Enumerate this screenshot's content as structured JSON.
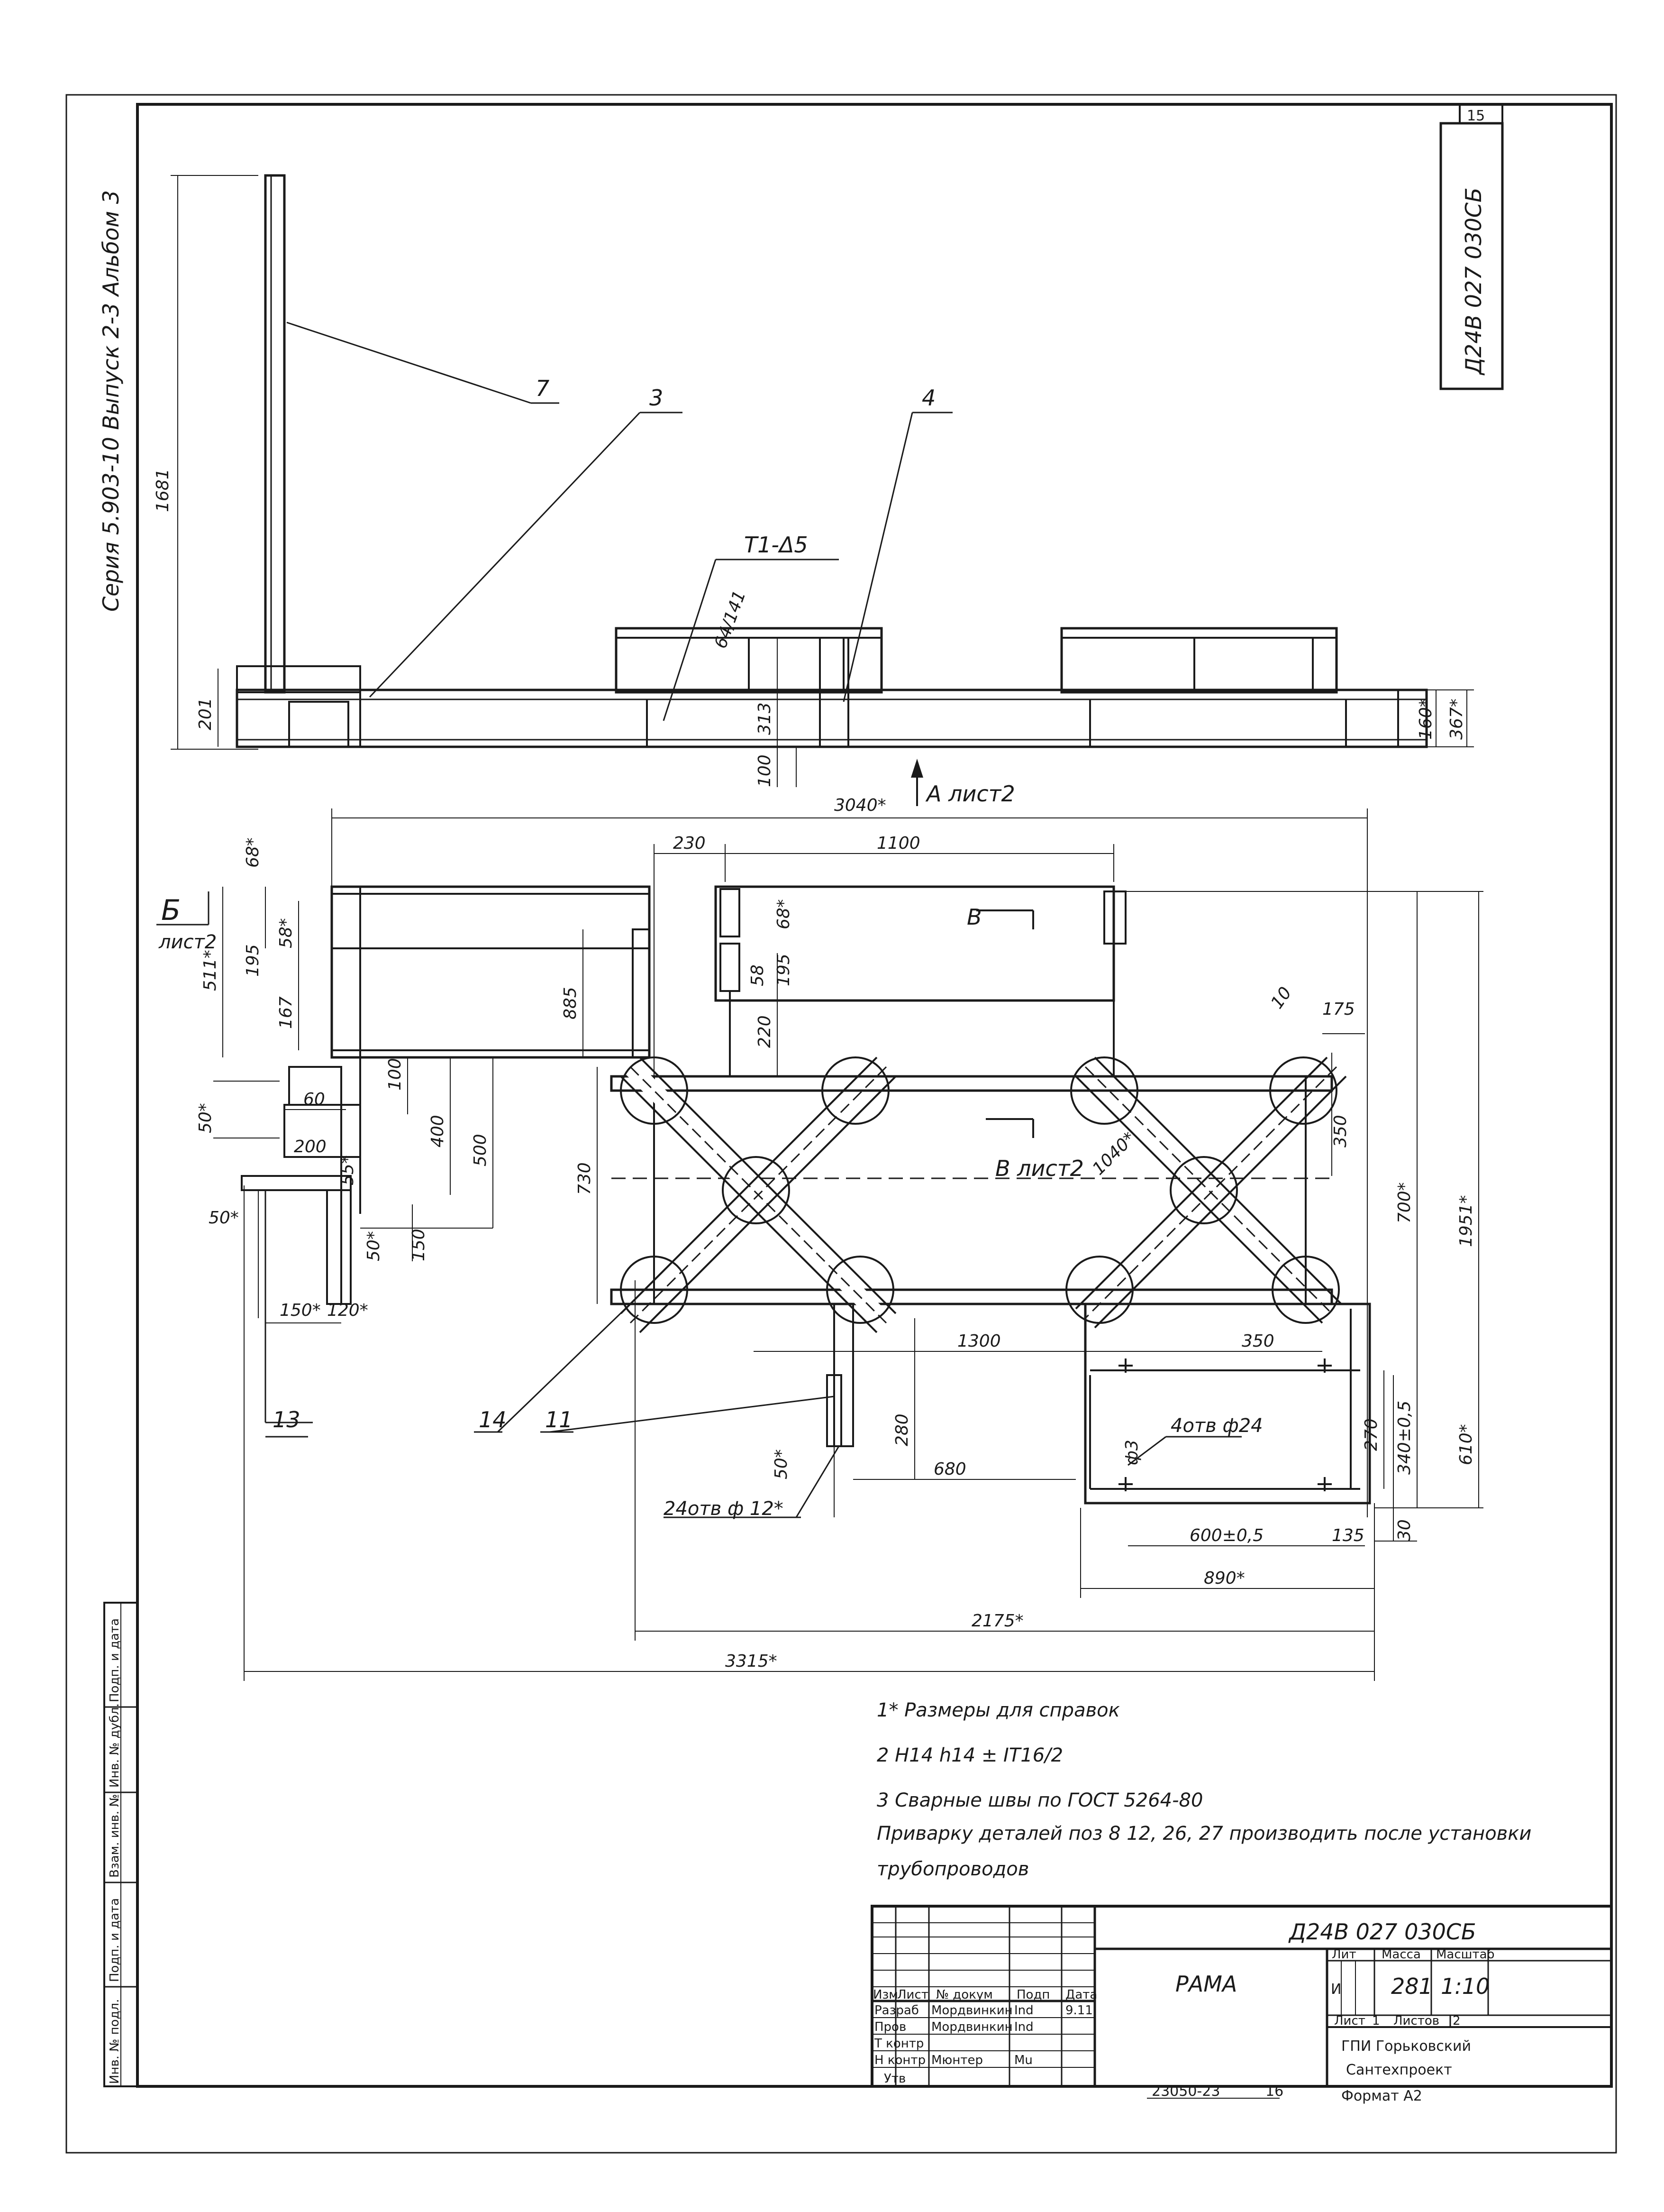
{
  "series_note": "Серия 5.903-10 Выпуск 2-3 Альбом 3",
  "sheet_number": "15",
  "doc_code_side": "Д24В 027 030СБ",
  "views": {
    "top_section": {
      "parts": [
        "7",
        "3",
        "4"
      ],
      "weld_mark": "Т1-Δ5",
      "dims": {
        "height_total": "1681",
        "h201": "201",
        "h313": "313",
        "h100": "100",
        "h160": "160*",
        "h367": "367*",
        "weld_len": "64/141"
      },
      "section_a": "А лист2"
    },
    "plan": {
      "overall_width": "3040*",
      "dims": {
        "d230": "230",
        "d1100": "1100",
        "d68a": "68*",
        "d195a": "195",
        "d58a": "58*",
        "d167": "167",
        "d511": "511*",
        "d885": "885",
        "d68b": "68*",
        "d195b": "195",
        "d58b": "58",
        "d220": "220",
        "d10": "10",
        "d175": "175",
        "d50a": "50*",
        "d100": "100",
        "d60": "60",
        "d400": "400",
        "d500": "500",
        "d200": "200",
        "d730": "730",
        "d55": "55*",
        "d50b": "50*",
        "d50c": "50*",
        "d150a": "150",
        "d150b": "150*",
        "d120": "120*",
        "d1040": "1040*",
        "d350a": "350",
        "d700": "700*",
        "d1951": "1951*",
        "d1300": "1300",
        "d350b": "350",
        "d280": "280",
        "d680": "680",
        "d50d": "50*",
        "d270": "270",
        "d340": "340±0,5",
        "d610": "610*",
        "d30": "30",
        "d600": "600±0,5",
        "d135": "135",
        "d890": "890*",
        "d2175": "2175*",
        "d3315": "3315*"
      },
      "holes_4": "4отв ф24",
      "chamfer": "ф3",
      "holes_24": "24отв ф 12*",
      "view_b": "Б",
      "view_b_ref": "лист2",
      "section_v": "В",
      "section_v_ref": "В лист2",
      "callouts": [
        "13",
        "14",
        "11"
      ]
    }
  },
  "notes": [
    "1* Размеры для справок",
    "2 Н14 h14 ± IT16/2",
    "3 Сварные швы по ГОСТ 5264-80",
    "Приварку деталей поз 8  12, 26, 27 производить после установки",
    "трубопроводов"
  ],
  "side_stamp": [
    "Подп. и дата",
    "Инв. № дубл.",
    "Взам. инв. №",
    "Подп. и дата",
    "Инв. № подл."
  ],
  "title_block": {
    "doc_code": "Д24В 027 030СБ",
    "title": "РАМА",
    "header_cols": [
      "Изм",
      "Лист",
      "№ докум",
      "Подп",
      "Дата"
    ],
    "rows": [
      {
        "role": "Разраб",
        "name": "Мордвинкин",
        "sign": "Ind",
        "date": "9.11"
      },
      {
        "role": "Пров",
        "name": "Мордвинкин",
        "sign": "Ind",
        "date": ""
      },
      {
        "role": "Т контр",
        "name": "",
        "sign": "",
        "date": ""
      },
      {
        "role": "",
        "name": "",
        "sign": "",
        "date": ""
      },
      {
        "role": "Н контр",
        "name": "Мюнтер",
        "sign": "Mu",
        "date": ""
      },
      {
        "role": "Утв",
        "name": "",
        "sign": "",
        "date": ""
      }
    ],
    "lit_label": "Лит",
    "lit_value": "И",
    "mass_label": "Масса",
    "mass_value": "281",
    "scale_label": "Масштаб",
    "scale_value": "1:10",
    "sheet_label": "Лист",
    "sheet_value": "1",
    "sheets_label": "Листов",
    "sheets_value": "2",
    "org_line1": "ГПИ Горьковский",
    "org_line2": "Сантехпроект"
  },
  "footer": {
    "archive": "23050-23",
    "page": "16",
    "format": "Формат А2"
  }
}
